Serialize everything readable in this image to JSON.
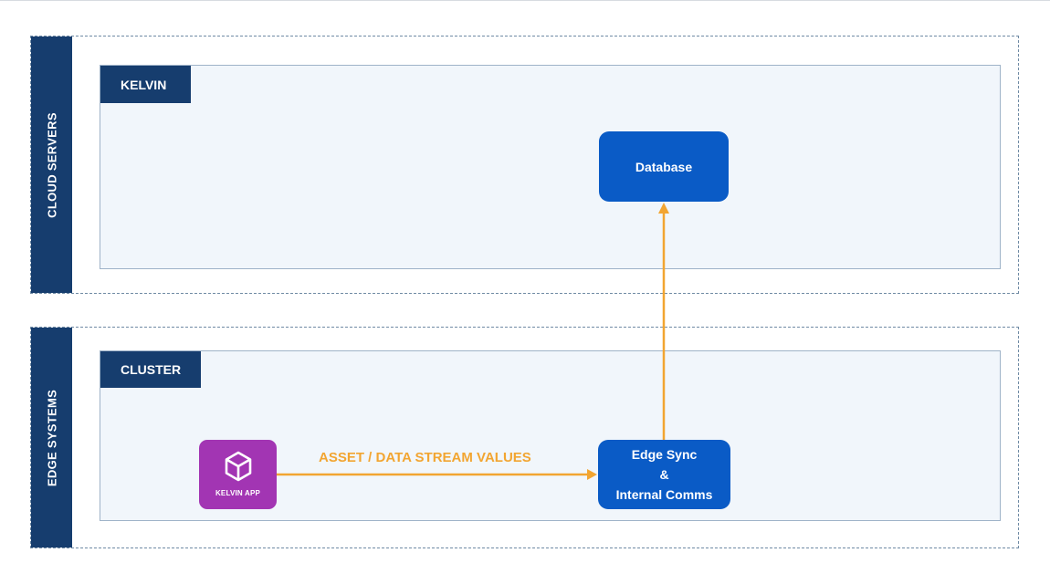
{
  "zones": {
    "cloud": {
      "label": "CLOUD SERVERS"
    },
    "edge": {
      "label": "EDGE SYSTEMS"
    }
  },
  "regions": {
    "kelvin": {
      "label": "KELVIN"
    },
    "cluster": {
      "label": "CLUSTER"
    }
  },
  "nodes": {
    "database": {
      "label": "Database"
    },
    "edge_sync": {
      "lines": [
        "Edge Sync",
        "&",
        "Internal Comms"
      ]
    },
    "kelvin_app": {
      "label": "KELVIN APP",
      "icon": "cube-icon"
    }
  },
  "flows": {
    "app_to_sync": {
      "label": "ASSET / DATA STREAM VALUES"
    }
  },
  "colors": {
    "navy": "#163d6e",
    "node_blue": "#0a5bc6",
    "app_purple": "#a235b3",
    "arrow_orange": "#f2a531",
    "region_bg": "#f1f6fb"
  }
}
